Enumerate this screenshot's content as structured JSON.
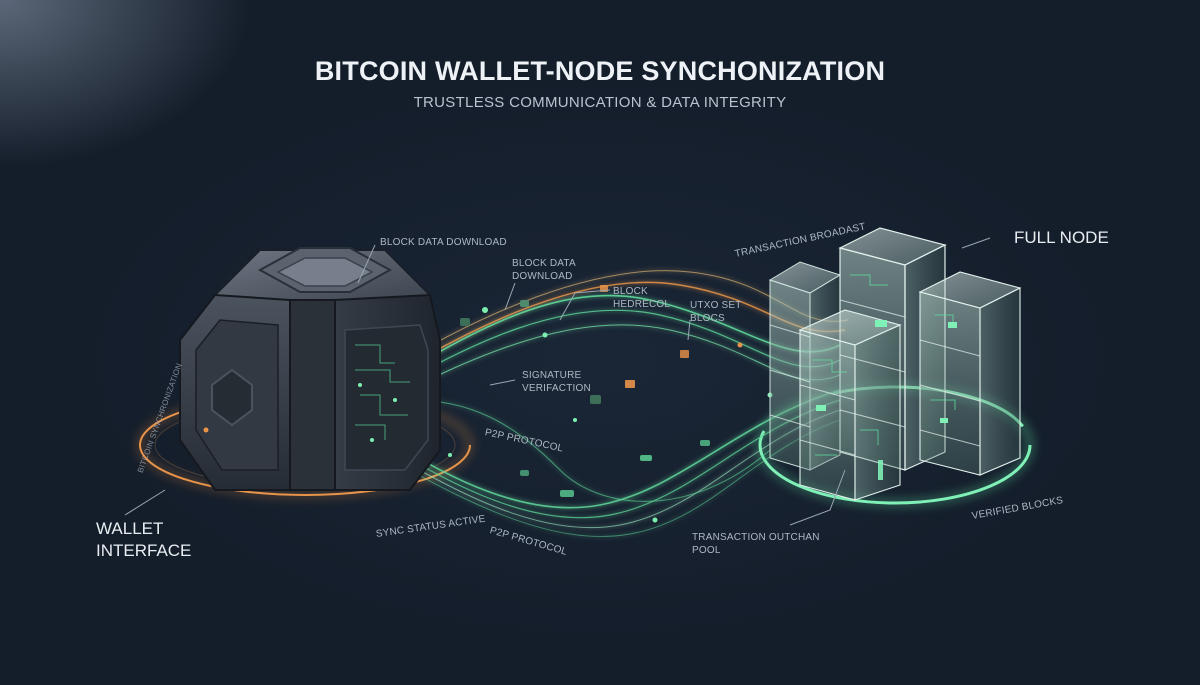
{
  "header": {
    "title": "BITCOIN WALLET-NODE SYNCHONIZATION",
    "subtitle": "TRUSTLESS COMMUNICATION & DATA INTEGRITY"
  },
  "labels": {
    "wallet_interface": "WALLET\nINTERFACE",
    "full_node": "FULL NODE",
    "block_data_download_top": "BLOCK DATA DOWNLOAD",
    "block_data_download": "BLOCK DATA\nDOWNLOAD",
    "block_headers": "BLOCK\nHEDRECOL",
    "utxo_set_blocks": "UTXO SET\nBLOCS",
    "transaction_broadcast": "TRANSACTION BROADAST",
    "signature_verification": "SIGNATURE\nVERIFACTION",
    "p2p_protocol_upper": "P2P PROTOCOL",
    "p2p_protocol_lower": "P2P PROTOCOL",
    "sync_status": "SYNC STATUS ACTIVE",
    "transaction_pool": "TRANSACTION OUTCHAN\nPOOL",
    "verified_blocks": "VERIFIED BLOCKS",
    "bitcoin_synchronization": "BITCOIN SYNCHRONIZATION"
  },
  "colors": {
    "background": "#16202e",
    "wallet_ring": "#e08a3c",
    "node_ring": "#5fe0a0",
    "data_stream": "#5fd89a",
    "accent_orange": "#e8944a"
  }
}
